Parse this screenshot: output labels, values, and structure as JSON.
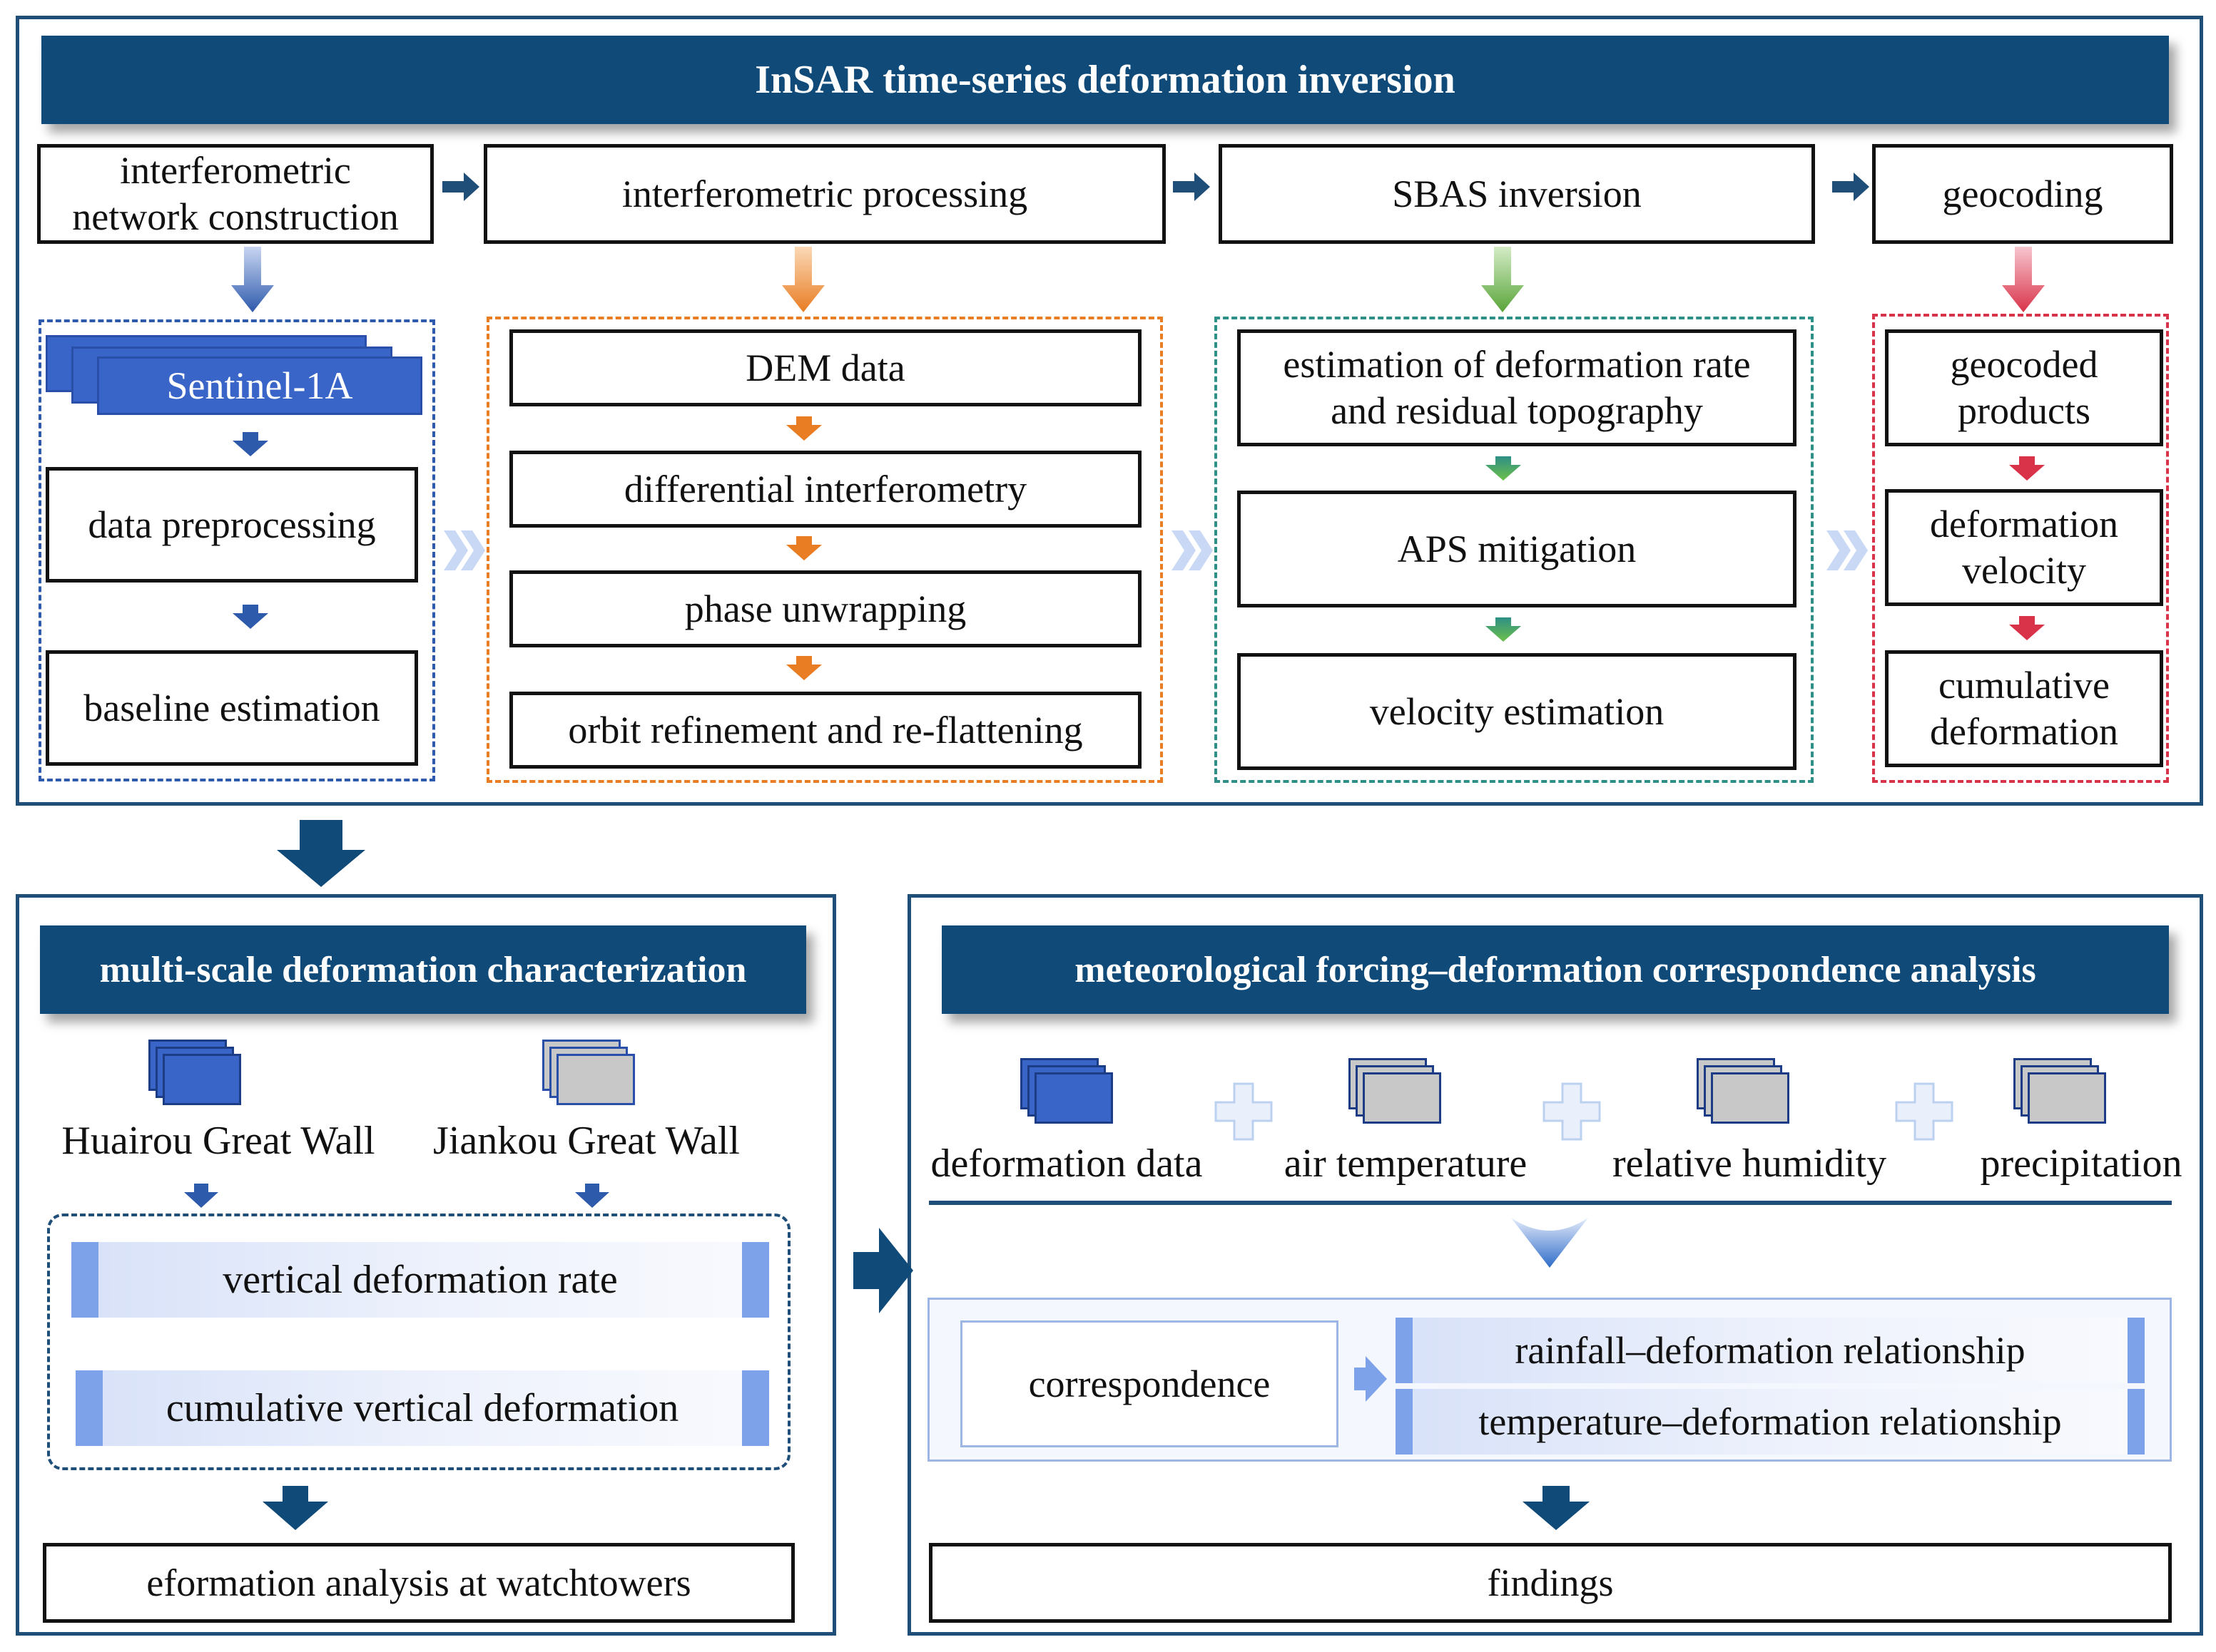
{
  "colors": {
    "navy": "#0f4a78",
    "panel_border": "#1f4e79",
    "blue_stage": "#2e5aac",
    "orange_stage": "#e87d23",
    "green_stage": "#5aa53a",
    "red_stage": "#d9334a",
    "teal_dash": "#2e8f86",
    "doc_blue": "#3a65c8",
    "doc_gray": "#c8c8c8",
    "bar_tab": "#7ea2ea"
  },
  "insar": {
    "title": "InSAR time-series deformation inversion",
    "steps": [
      {
        "label": "interferometric network construction"
      },
      {
        "label": "interferometric processing"
      },
      {
        "label": "SBAS inversion"
      },
      {
        "label": "geocoding"
      }
    ],
    "stage1": {
      "sentinel": "Sentinel-1A",
      "items": [
        "data preprocessing",
        "baseline estimation"
      ]
    },
    "stage2": {
      "items": [
        "DEM data",
        "differential interferometry",
        "phase unwrapping",
        "orbit refinement and re-flattening"
      ]
    },
    "stage3": {
      "items": [
        "estimation of deformation rate and residual topography",
        "APS mitigation",
        "velocity estimation"
      ]
    },
    "stage4": {
      "items": [
        "geocoded products",
        "deformation velocity",
        "cumulative deformation"
      ]
    }
  },
  "multiscale": {
    "title": "multi-scale deformation characterization",
    "sites": [
      "Huairou Great Wall",
      "Jiankou Great Wall"
    ],
    "bars": [
      "vertical deformation rate",
      "cumulative vertical deformation"
    ],
    "output": "eformation analysis at watchtowers"
  },
  "meteo": {
    "title": "meteorological forcing–deformation correspondence analysis",
    "inputs": [
      "deformation data",
      "air temperature",
      "relative humidity",
      "precipitation"
    ],
    "correspondence": "correspondence",
    "relationships": [
      "rainfall–deformation relationship",
      "temperature–deformation relationship"
    ],
    "output": "findings"
  }
}
